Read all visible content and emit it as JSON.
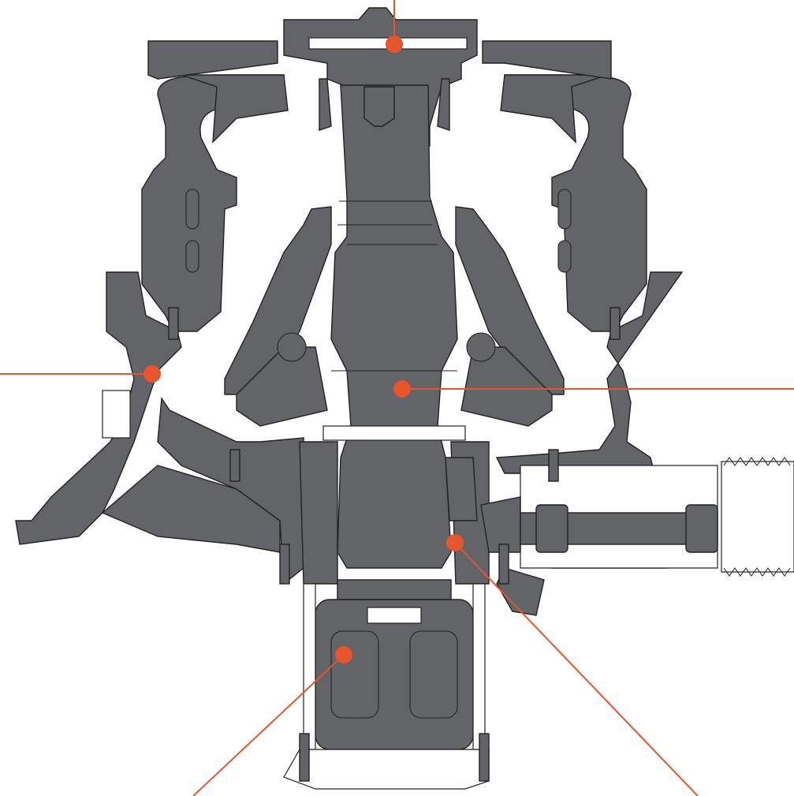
{
  "colors": {
    "accent": "#e8542c",
    "body": "#636467",
    "outline": "#222222",
    "background": "#ffffff"
  },
  "callouts": [
    {
      "id": "top-cap"
    },
    {
      "id": "frame-left"
    },
    {
      "id": "main-shaft"
    },
    {
      "id": "eccentric"
    },
    {
      "id": "piston-base"
    }
  ]
}
